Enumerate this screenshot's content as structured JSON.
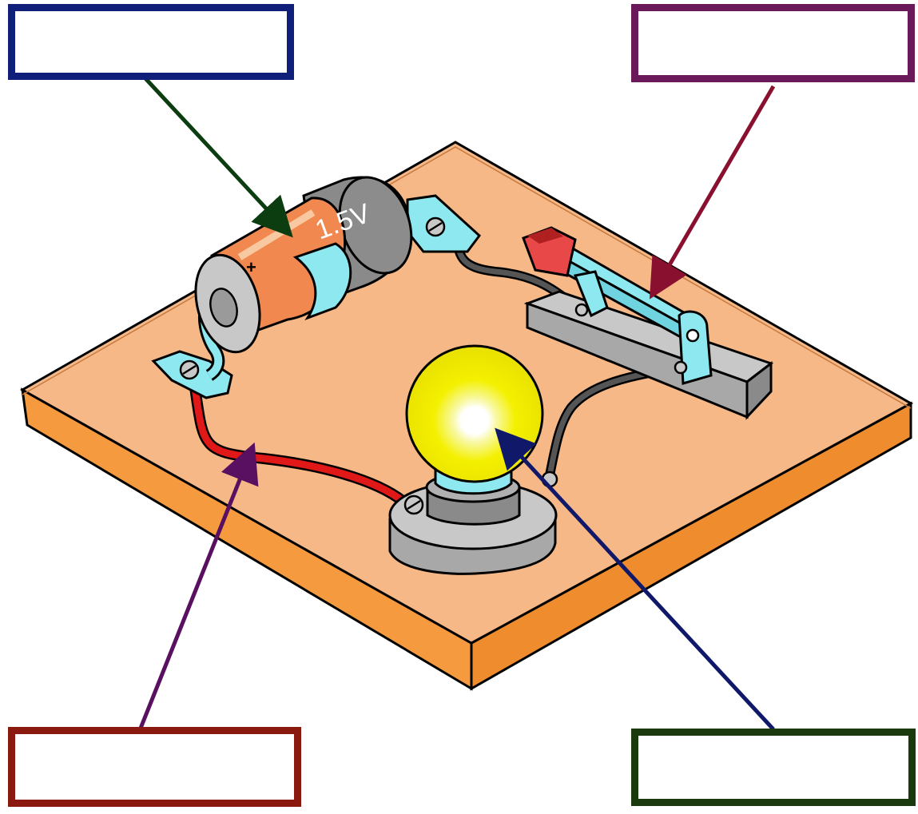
{
  "battery": {
    "voltage_label": "1.5V",
    "positive_mark": "+"
  },
  "label_boxes": [
    {
      "id": "battery-label-box",
      "text": "",
      "border_color": "#10207a",
      "arrow_color": "#0c3d10"
    },
    {
      "id": "switch-label-box",
      "text": "",
      "border_color": "#6a1a5a",
      "arrow_color": "#8a1030"
    },
    {
      "id": "wire-label-box",
      "text": "",
      "border_color": "#8a1a10",
      "arrow_color": "#5a1060"
    },
    {
      "id": "bulb-label-box",
      "text": "",
      "border_color": "#1a3a0e",
      "arrow_color": "#10186a"
    }
  ],
  "colors": {
    "board_top": "#f6b887",
    "board_side": "#f59a3e",
    "battery_orange": "#f08850",
    "battery_grey": "#8a8a8a",
    "terminal_cyan": "#8ee8f0",
    "bulb_yellow": "#f4f000",
    "wire_red": "#e01818",
    "wire_grey": "#555555",
    "switch_handle": "#e84848"
  }
}
